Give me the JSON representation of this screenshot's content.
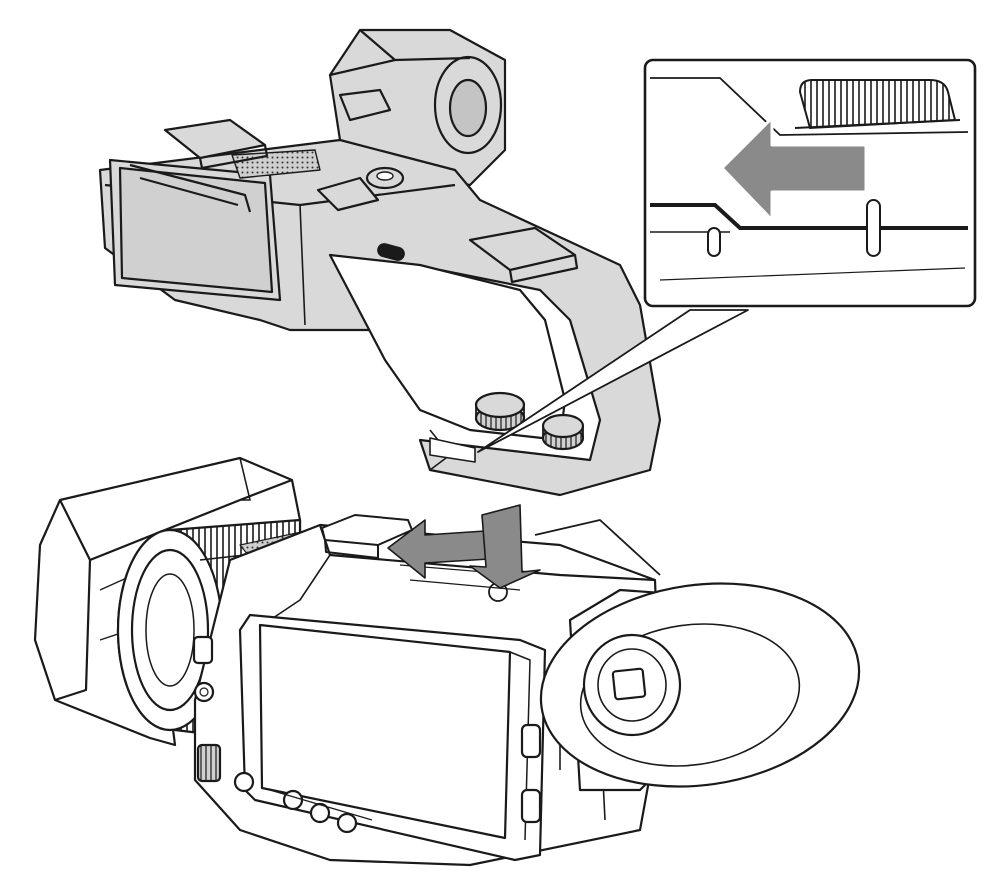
{
  "figure": {
    "colors": {
      "outline": "#1a1a1a",
      "handle_fill": "#d9d9d9",
      "handle_shade": "#c4c4c4",
      "camera_fill": "#ffffff",
      "arrow_fill": "#8a8a8a",
      "detail_border": "#1a1a1a",
      "background": "#ffffff"
    },
    "icons": {
      "handle": "top-handle-unit",
      "camera": "camcorder-body",
      "detail": "magnified-shoe-inset",
      "arrow_down": "mount-direction-arrow",
      "arrow_left": "slide-direction-arrow"
    }
  }
}
